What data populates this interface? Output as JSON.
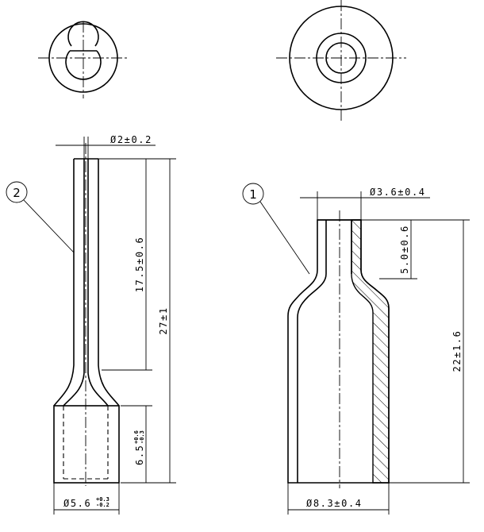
{
  "balloons": {
    "part1": "1",
    "part2": "2"
  },
  "part2": {
    "dim_tip_diameter": "Ø2±0.2",
    "dim_tube_length": "17.5±0.6",
    "dim_overall_length": "27±1",
    "dim_socket_depth_main": "6.5",
    "dim_socket_depth_tol_upper": "+0.6",
    "dim_socket_depth_tol_lower": "-0.3",
    "dim_base_diameter_main": "Ø5.6",
    "dim_base_diameter_tol_upper": "+0.3",
    "dim_base_diameter_tol_lower": "-0.2"
  },
  "part1": {
    "dim_top_diameter": "Ø3.6±0.4",
    "dim_neck_length": "5.0±0.6",
    "dim_overall_length": "22±1.6",
    "dim_base_diameter": "Ø8.3±0.4"
  }
}
